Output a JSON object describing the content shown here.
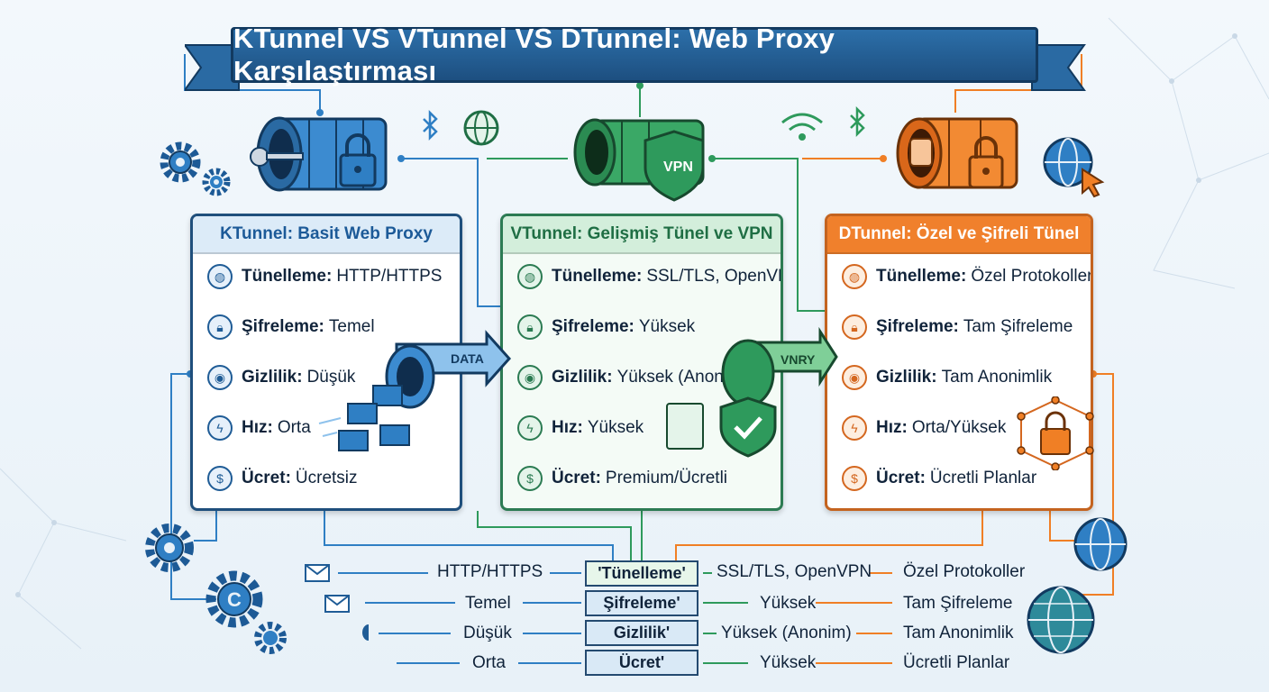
{
  "title": "KTunnel VS VTunnel VS DTunnel: Web Proxy Karşılaştırması",
  "cards": [
    {
      "id": "k",
      "header": "KTunnel: Basit Web Proxy",
      "rows": [
        {
          "label": "Tünelleme:",
          "value": "HTTP/HTTPS",
          "icon": "globe-icon"
        },
        {
          "label": "Şifreleme:",
          "value": "Temel",
          "icon": "lock-icon"
        },
        {
          "label": "Gizlilik:",
          "value": "Düşük",
          "icon": "eye-icon"
        },
        {
          "label": "Hız:",
          "value": "Orta",
          "icon": "speed-icon"
        },
        {
          "label": "Ücret:",
          "value": "Ücretsiz",
          "icon": "price-tag-icon"
        }
      ]
    },
    {
      "id": "v",
      "header": "VTunnel: Gelişmiş Tünel ve VPN",
      "rows": [
        {
          "label": "Tünelleme:",
          "value": "SSL/TLS, OpenVPN",
          "icon": "globe-icon"
        },
        {
          "label": "Şifreleme:",
          "value": "Yüksek",
          "icon": "lock-icon"
        },
        {
          "label": "Gizlilik:",
          "value": "Yüksek (Anonim)",
          "icon": "eye-icon"
        },
        {
          "label": "Hız:",
          "value": "Yüksek",
          "icon": "speed-icon"
        },
        {
          "label": "Ücret:",
          "value": "Premium/Ücretli",
          "icon": "price-tag-icon"
        }
      ]
    },
    {
      "id": "d",
      "header": "DTunnel: Özel ve Şifreli Tünel",
      "rows": [
        {
          "label": "Tünelleme:",
          "value": "Özel Protokoller",
          "icon": "globe-icon"
        },
        {
          "label": "Şifreleme:",
          "value": "Tam Şifreleme",
          "icon": "lock-icon"
        },
        {
          "label": "Gizlilik:",
          "value": "Tam Anonimlik",
          "icon": "eye-icon"
        },
        {
          "label": "Hız:",
          "value": "Orta/Yüksek",
          "icon": "speed-icon"
        },
        {
          "label": "Ücret:",
          "value": "Ücretli Planlar",
          "icon": "price-tag-icon"
        }
      ]
    }
  ],
  "pipe_labels": {
    "data": "DATA",
    "vnry": "VNRY",
    "vpn": "VPN"
  },
  "table": {
    "labels": [
      "'Tünelleme'",
      "Şifreleme'",
      "Gizlilik'",
      "Ücret'"
    ],
    "k": [
      "HTTP/HTTPS",
      "Temel",
      "Düşük",
      "Orta"
    ],
    "v": [
      "SSL/TLS, OpenVPN",
      "Yüksek",
      "Yüksek (Anonim)",
      "Yüksek"
    ],
    "d": [
      "Özel Protokoller",
      "Tam Şifreleme",
      "Tam Anonimlik",
      "Ücretli Planlar"
    ]
  },
  "colors": {
    "k": "#2f7fc4",
    "v": "#2e9a5c",
    "d": "#f07f25",
    "navy": "#1f4f7c"
  }
}
